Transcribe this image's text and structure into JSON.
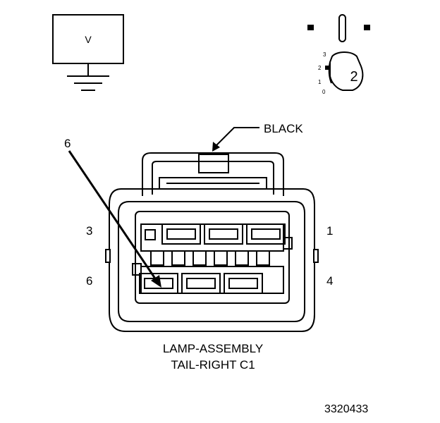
{
  "meter": {
    "symbol": "V",
    "dial_scale": [
      "3",
      "2",
      "1",
      "0"
    ],
    "dial_value": "2"
  },
  "connector": {
    "color_label": "BLACK",
    "callout_pin": "6",
    "pins_top": {
      "left": "3",
      "right": "1"
    },
    "pins_bottom": {
      "left": "6",
      "right": "4"
    },
    "name_line1": "LAMP-ASSEMBLY",
    "name_line2": "TAIL-RIGHT C1"
  },
  "figure_id": "3320433"
}
